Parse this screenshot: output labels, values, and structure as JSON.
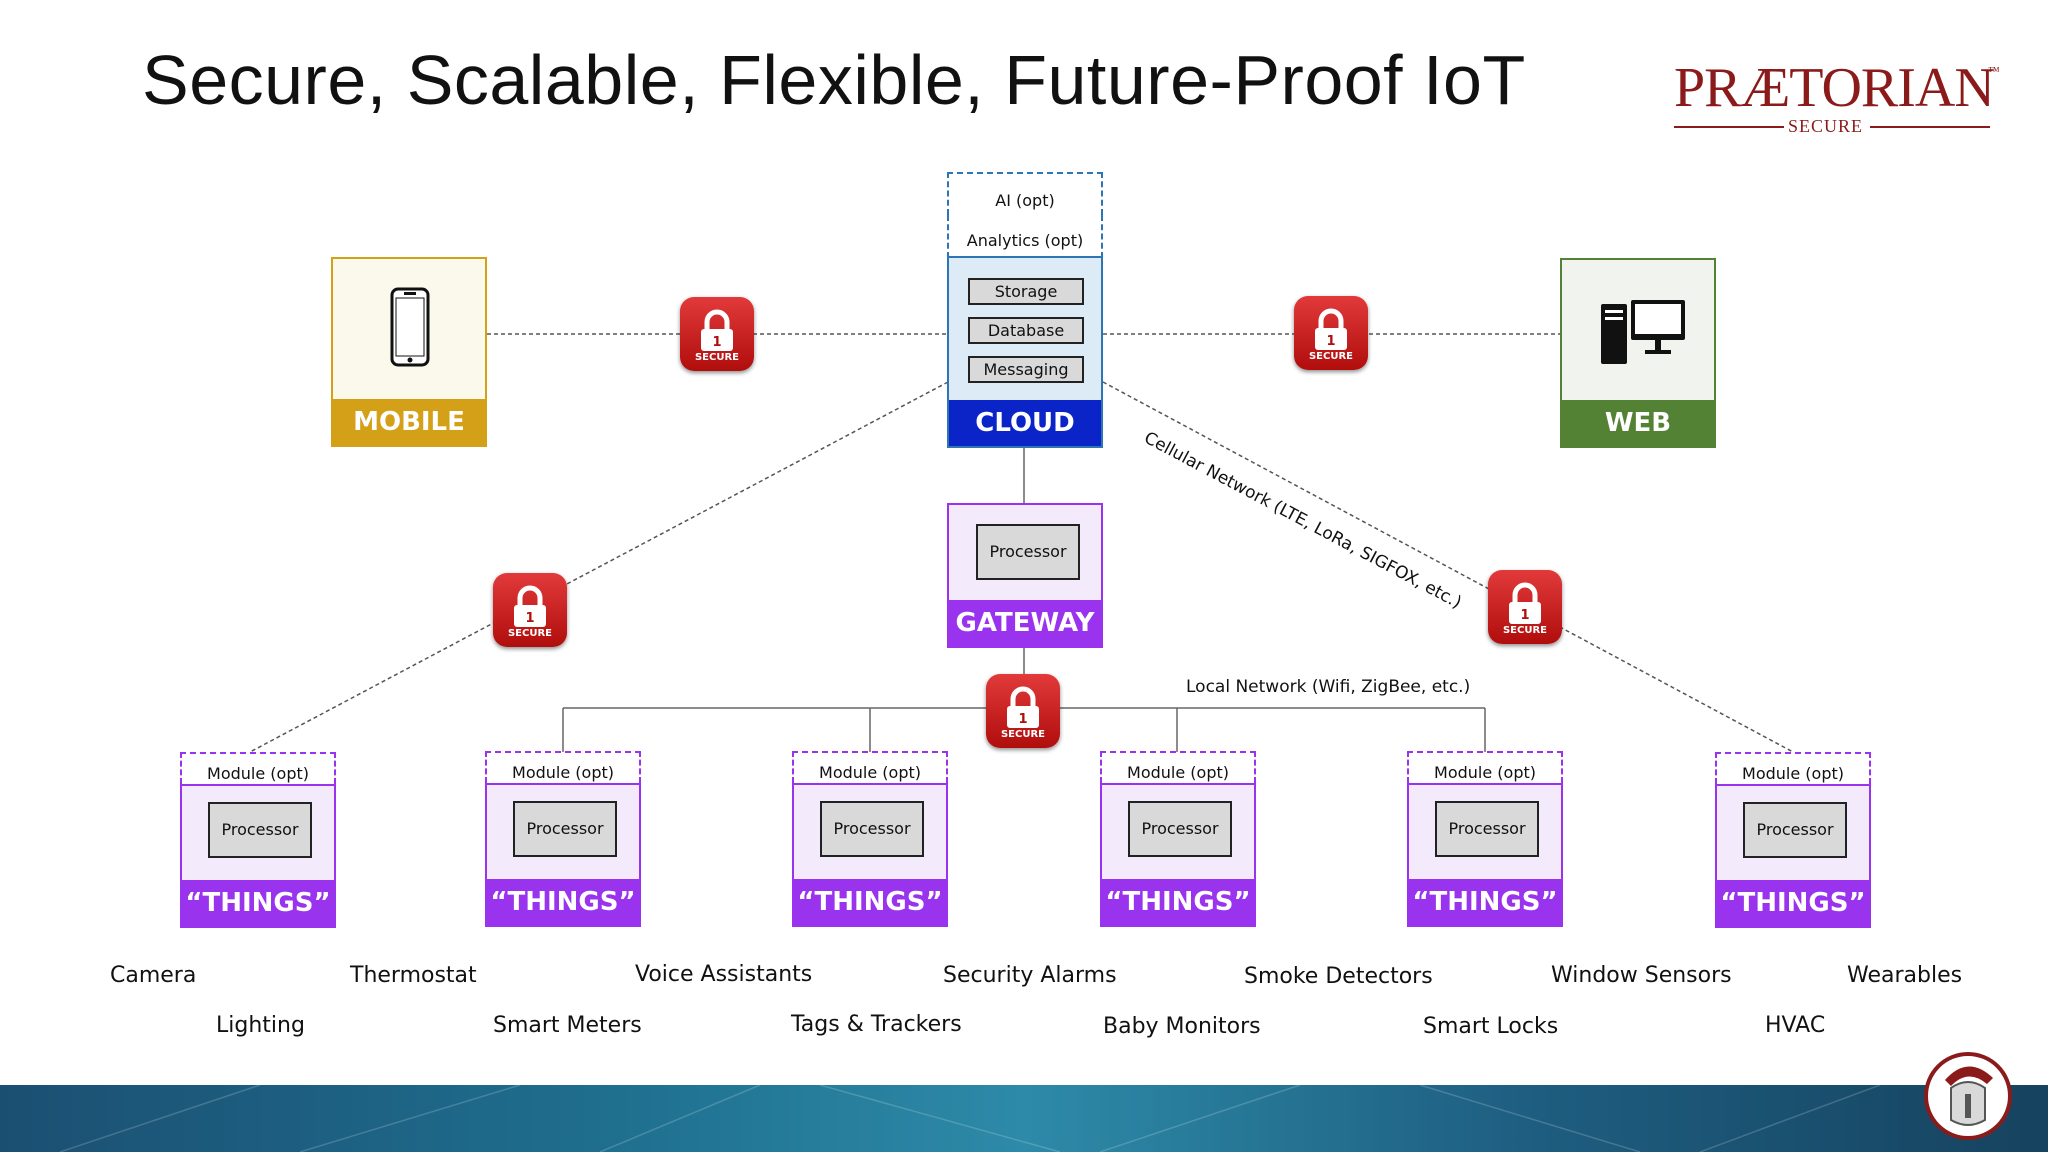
{
  "title": "Secure, Scalable, Flexible, Future-Proof IoT",
  "logo": {
    "name": "PRÆTORIAN",
    "tm": "™",
    "tagline": "SECURE"
  },
  "cloud": {
    "ai": "AI (opt)",
    "analytics": "Analytics (opt)",
    "storage": "Storage",
    "database": "Database",
    "messaging": "Messaging",
    "label": "CLOUD"
  },
  "mobile": {
    "label": "MOBILE"
  },
  "web": {
    "label": "WEB"
  },
  "gateway": {
    "processor": "Processor",
    "label": "GATEWAY"
  },
  "secure_label": "SECURE",
  "cellular_label": "Cellular Network (LTE, LoRa, SIGFOX, etc.)",
  "local_label": "Local Network (Wifi, ZigBee, etc.)",
  "things": [
    {
      "module": "Module (opt)",
      "processor": "Processor",
      "label": "“THINGS”"
    },
    {
      "module": "Module (opt)",
      "processor": "Processor",
      "label": "“THINGS”"
    },
    {
      "module": "Module (opt)",
      "processor": "Processor",
      "label": "“THINGS”"
    },
    {
      "module": "Module (opt)",
      "processor": "Processor",
      "label": "“THINGS”"
    },
    {
      "module": "Module (opt)",
      "processor": "Processor",
      "label": "“THINGS”"
    },
    {
      "module": "Module (opt)",
      "processor": "Processor",
      "label": "“THINGS”"
    }
  ],
  "categories": [
    "Camera",
    "Thermostat",
    "Voice Assistants",
    "Security Alarms",
    "Smoke Detectors",
    "Window Sensors",
    "Wearables",
    "Lighting",
    "Smart Meters",
    "Tags & Trackers",
    "Baby Monitors",
    "Smart Locks",
    "HVAC"
  ],
  "colors": {
    "mobile": "#d4a017",
    "cloud": "#0a24c8",
    "web": "#548235",
    "gateway": "#9933ee",
    "things": "#9933ee",
    "lock": "#c81414"
  }
}
